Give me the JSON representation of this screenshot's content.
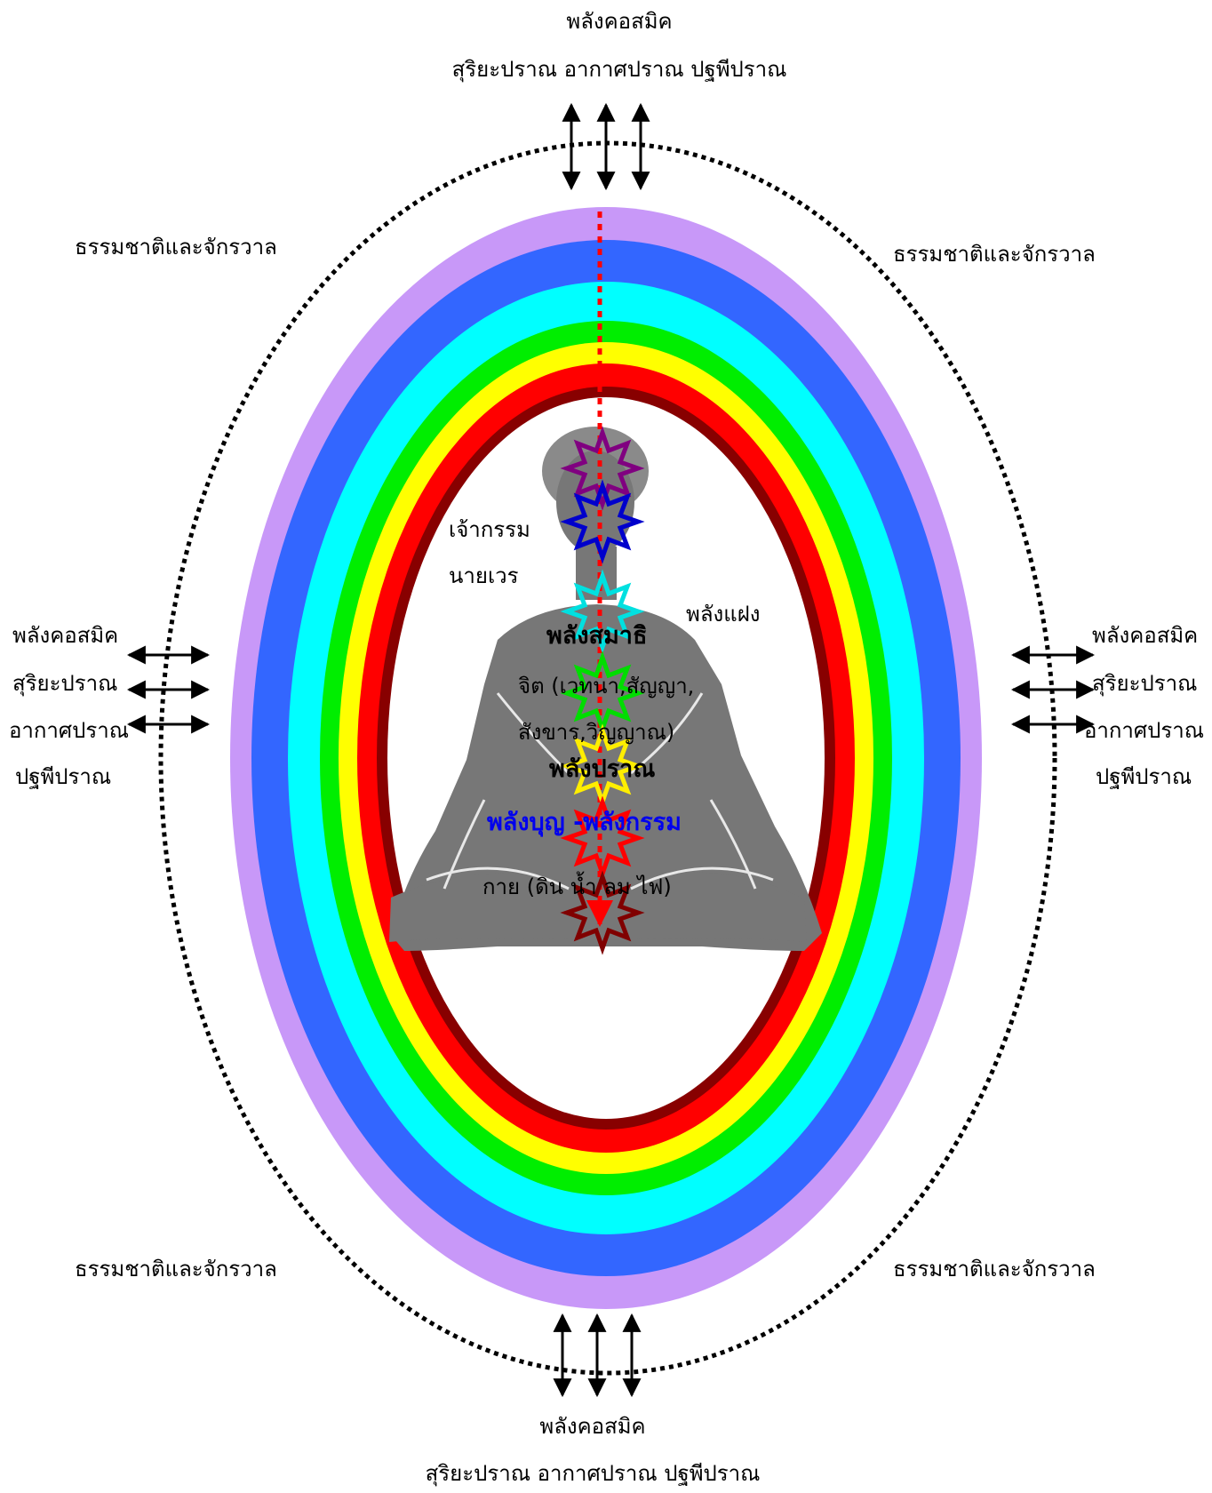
{
  "top": {
    "line1": "พลังคอสมิค",
    "line2": "สุริยะปราณ อากาศปราณ ปฐพีปราณ"
  },
  "bottom": {
    "line1": "พลังคอสมิค",
    "line2": "สุริยะปราณ อากาศปราณ ปฐพีปราณ"
  },
  "left": {
    "items": [
      "พลังคอสมิค",
      "สุริยะปราณ",
      "อากาศปราณ",
      "ปฐพีปราณ"
    ]
  },
  "right": {
    "items": [
      "พลังคอสมิค",
      "สุริยะปราณ",
      "อากาศปราณ",
      "ปฐพีปราณ"
    ]
  },
  "corners": {
    "top_left": "ธรรมชาติและจักรวาล",
    "top_right": "ธรรมชาติและจักรวาล",
    "bottom_left": "ธรรมชาติและจักรวาล",
    "bottom_right": "ธรรมชาติและจักรวาล"
  },
  "inner": {
    "karma_owner": "เจ้ากรรม",
    "enemy": "นายเวร",
    "hidden_power": "พลังแฝง",
    "samadhi": "พลังสมาธิ",
    "mind_line1": "จิต (เวทนา,สัญญา,",
    "mind_line2": "สังขาร,วิญญาณ)",
    "prana": "พลังปราณ",
    "merit_karma": "พลังบุญ -พลังกรรม",
    "body": "กาย   (ดิน น้ำ ลม ไฟ)"
  },
  "colors": {
    "aura_rings": [
      "#c898f8",
      "#3366ff",
      "#00ffff",
      "#00ee00",
      "#ffff00",
      "#ff0000",
      "#880000"
    ],
    "chakras": [
      "#800080",
      "#0000cc",
      "#00e0e0",
      "#00dd00",
      "#ffee00",
      "#ff0000",
      "#800000"
    ],
    "central_channel": "#ff0000",
    "figure": "#777777",
    "merit_karma_text": "#0000ee"
  }
}
